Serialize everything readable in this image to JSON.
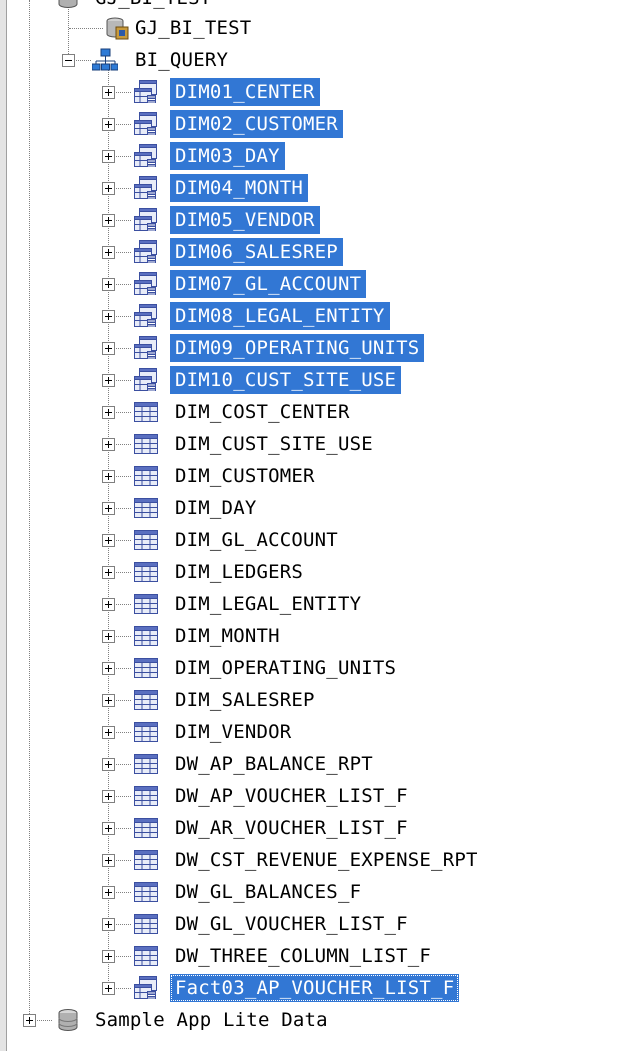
{
  "tree": {
    "top_partial_label": "GJ_BI_TEST",
    "database": {
      "label": "GJ_BI_TEST",
      "icon": "database-source-icon"
    },
    "schema": {
      "label": "BI_QUERY",
      "icon": "network-schema-icon",
      "expanded": true
    },
    "tables": [
      {
        "label": "DIM01_CENTER",
        "icon": "alias-table-icon",
        "selected": true
      },
      {
        "label": "DIM02_CUSTOMER",
        "icon": "alias-table-icon",
        "selected": true
      },
      {
        "label": "DIM03_DAY",
        "icon": "alias-table-icon",
        "selected": true
      },
      {
        "label": "DIM04_MONTH",
        "icon": "alias-table-icon",
        "selected": true
      },
      {
        "label": "DIM05_VENDOR",
        "icon": "alias-table-icon",
        "selected": true
      },
      {
        "label": "DIM06_SALESREP",
        "icon": "alias-table-icon",
        "selected": true
      },
      {
        "label": "DIM07_GL_ACCOUNT",
        "icon": "alias-table-icon",
        "selected": true
      },
      {
        "label": "DIM08_LEGAL_ENTITY",
        "icon": "alias-table-icon",
        "selected": true
      },
      {
        "label": "DIM09_OPERATING_UNITS",
        "icon": "alias-table-icon",
        "selected": true
      },
      {
        "label": "DIM10_CUST_SITE_USE",
        "icon": "alias-table-icon",
        "selected": true
      },
      {
        "label": "DIM_COST_CENTER",
        "icon": "table-icon",
        "selected": false
      },
      {
        "label": "DIM_CUST_SITE_USE",
        "icon": "table-icon",
        "selected": false
      },
      {
        "label": "DIM_CUSTOMER",
        "icon": "table-icon",
        "selected": false
      },
      {
        "label": "DIM_DAY",
        "icon": "table-icon",
        "selected": false
      },
      {
        "label": "DIM_GL_ACCOUNT",
        "icon": "table-icon",
        "selected": false
      },
      {
        "label": "DIM_LEDGERS",
        "icon": "table-icon",
        "selected": false
      },
      {
        "label": "DIM_LEGAL_ENTITY",
        "icon": "table-icon",
        "selected": false
      },
      {
        "label": "DIM_MONTH",
        "icon": "table-icon",
        "selected": false
      },
      {
        "label": "DIM_OPERATING_UNITS",
        "icon": "table-icon",
        "selected": false
      },
      {
        "label": "DIM_SALESREP",
        "icon": "table-icon",
        "selected": false
      },
      {
        "label": "DIM_VENDOR",
        "icon": "table-icon",
        "selected": false
      },
      {
        "label": "DW_AP_BALANCE_RPT",
        "icon": "table-icon",
        "selected": false
      },
      {
        "label": "DW_AP_VOUCHER_LIST_F",
        "icon": "table-icon",
        "selected": false
      },
      {
        "label": "DW_AR_VOUCHER_LIST_F",
        "icon": "table-icon",
        "selected": false
      },
      {
        "label": "DW_CST_REVENUE_EXPENSE_RPT",
        "icon": "table-icon",
        "selected": false
      },
      {
        "label": "DW_GL_BALANCES_F",
        "icon": "table-icon",
        "selected": false
      },
      {
        "label": "DW_GL_VOUCHER_LIST_F",
        "icon": "table-icon",
        "selected": false
      },
      {
        "label": "DW_THREE_COLUMN_LIST_F",
        "icon": "table-icon",
        "selected": false
      },
      {
        "label": "Fact03_AP_VOUCHER_LIST_F",
        "icon": "alias-table-icon",
        "selected": true,
        "focused": true
      }
    ],
    "bottom_item": {
      "label": "Sample App Lite Data",
      "icon": "database-icon"
    }
  },
  "colors": {
    "selection": "#3277d4",
    "selection_text": "#ffffff",
    "table_icon": "#3b4fa0"
  }
}
